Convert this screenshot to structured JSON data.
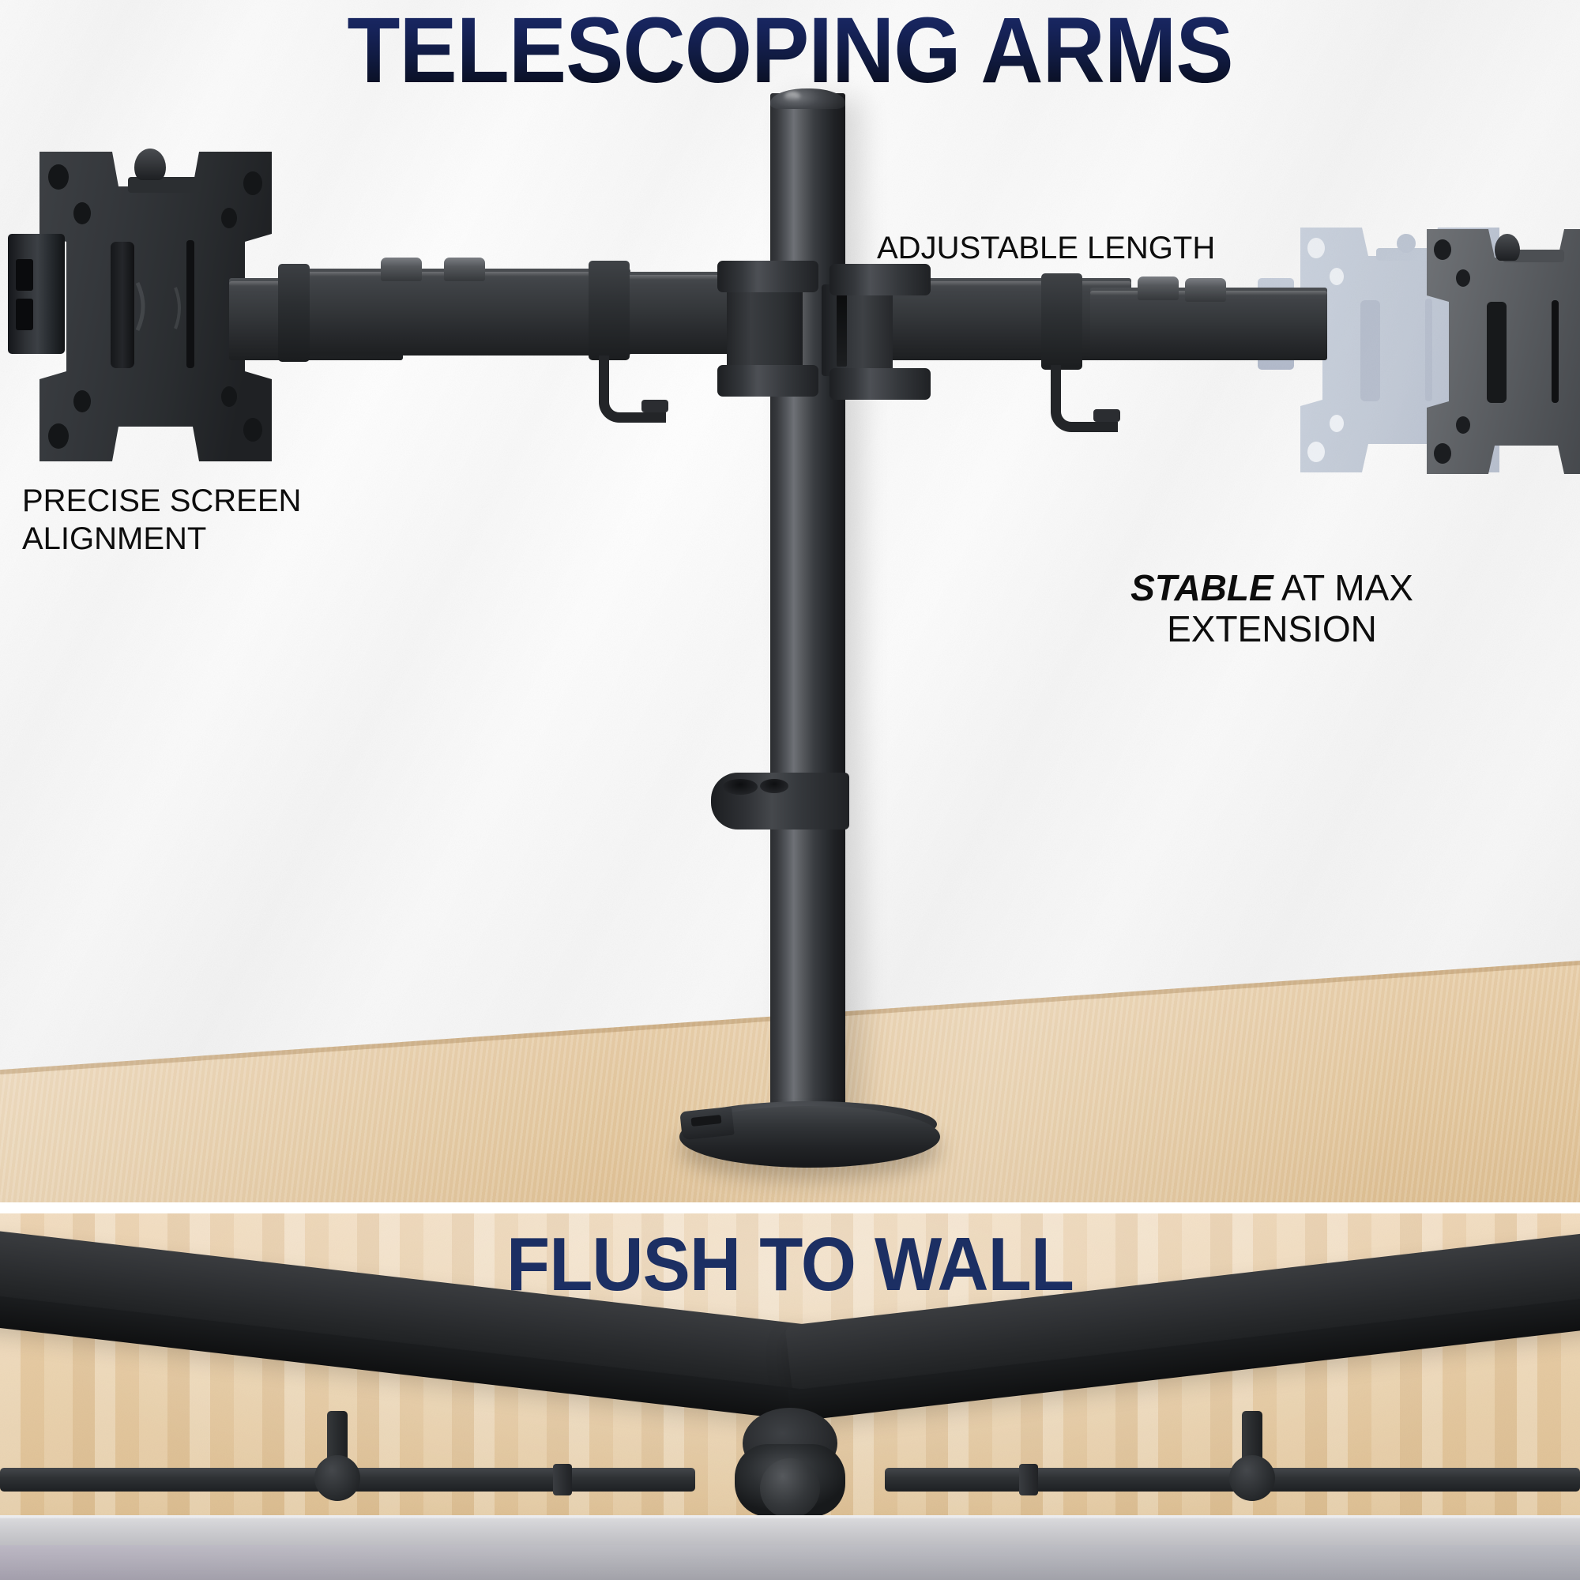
{
  "top_panel": {
    "title": "TELESCOPING ARMS",
    "labels": {
      "adjustable_length": "ADJUSTABLE LENGTH",
      "precise_alignment": "PRECISE SCREEN\nALIGNMENT",
      "stable_emphasis": "STABLE",
      "stable_rest": " AT MAX\nEXTENSION"
    },
    "components": {
      "pole": "vertical-mounting-pole",
      "base": "oval-desk-base-plate",
      "left_bracket": "vesa-monitor-bracket-left",
      "right_bracket_solid": "vesa-monitor-bracket-right-extended",
      "right_bracket_ghost": "vesa-monitor-bracket-right-retracted-ghost",
      "cable_clip": "pole-cable-management-clip",
      "cable_hooks": "arm-cable-management-hooks"
    },
    "colors": {
      "title_gradient_top": "#1d2d6e",
      "title_gradient_bottom": "#05070f",
      "label_text": "#0d0d0d",
      "hardware_dark": "#2c2f33",
      "hardware_highlight": "#6e7176",
      "ghost_blue": "#5a6b8c",
      "wall": "#f7f7f7",
      "desk_wood": "#e7ceaa"
    }
  },
  "bottom_panel": {
    "title": "FLUSH TO WALL",
    "components": {
      "monitor_left": "monitor-back-left-top-view",
      "monitor_right": "monitor-back-right-top-view",
      "center_hub": "center-pole-top-view",
      "arm_left": "telescoping-arm-left",
      "arm_right": "telescoping-arm-right",
      "desk_edge": "desk-front-edge"
    },
    "colors": {
      "title_text": "#1c2f63",
      "wood_wall": "#e9cfa8",
      "monitor_body": "#303235",
      "desk_edge": "#c8c8cc"
    }
  },
  "divider": {
    "color": "#ffffff"
  }
}
